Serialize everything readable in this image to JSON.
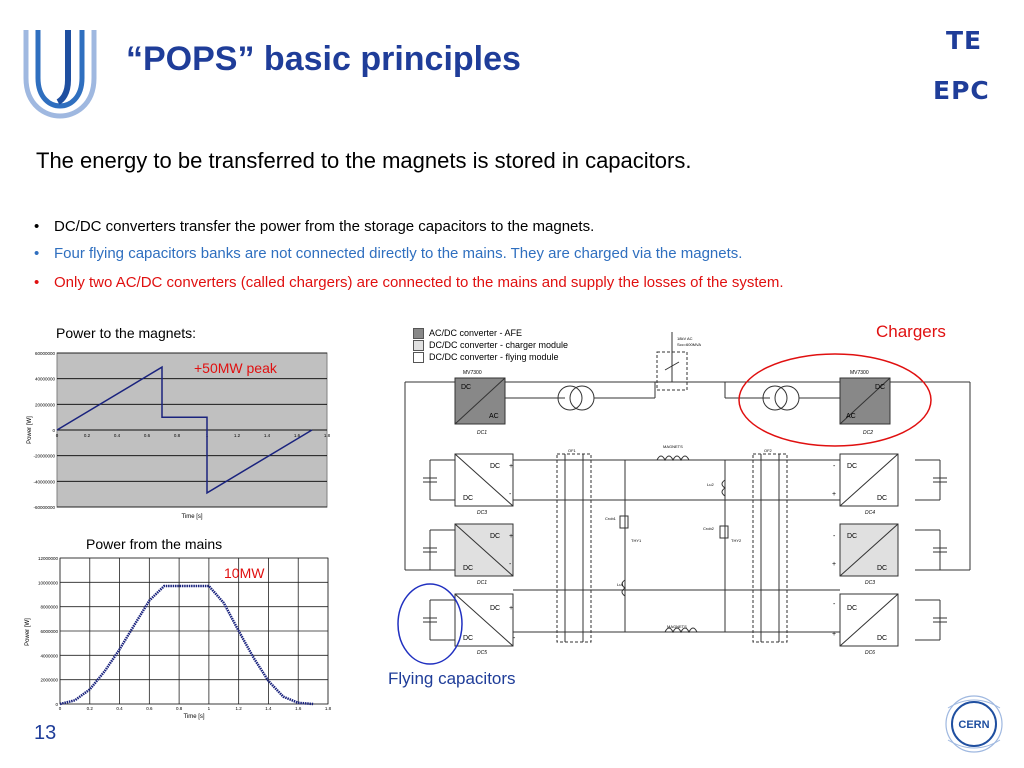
{
  "slide": {
    "title": "“POPS” basic principles",
    "logo_right_top": "TE",
    "logo_right_bottom": "EPC",
    "cern_logo_text": "CERN",
    "headline": "The energy to be transferred to the magnets is stored in capacitors.",
    "bullets": [
      {
        "text": "DC/DC converters transfer the power from the storage capacitors  to the magnets.",
        "color": "#000000"
      },
      {
        "text": "Four flying capacitors banks are not connected directly to the mains. They are charged via the magnets.",
        "color": "#2f6fbf"
      },
      {
        "text": "Only two AC/DC converters (called chargers) are connected to the mains and supply the losses of the system.",
        "color": "#e01010"
      }
    ],
    "page_number": "13",
    "label_power_magnets": "Power to the magnets:",
    "label_power_mains": "Power from the mains",
    "label_peak": "+50MW peak",
    "label_10mw": "10MW",
    "label_chargers": "Chargers",
    "label_flying": "Flying capacitors"
  },
  "diagram": {
    "legend": [
      "AC/DC converter - AFE",
      "DC/DC converter - charger module",
      "DC/DC converter - flying module"
    ],
    "legend_colors": [
      "#888888",
      "#e0e0e0",
      "#ffffff"
    ],
    "block_top_left": "MV7300",
    "block_top_right": "MV7300",
    "dc": "DC",
    "ac": "AC",
    "plus": "+",
    "minus": "-",
    "mains_label_line1": "18kV AC",
    "mains_label_line2": "Scc=600MVA",
    "magnets_top": "MAGNETS",
    "magnets_bottom": "MAGNETS",
    "of1": "OF1",
    "of2": "OF2",
    "dc1": "DC1",
    "dc2": "DC2",
    "dc3": "DC3",
    "dc4": "DC4",
    "dc5": "DC5",
    "dc6": "DC6",
    "crob1": "Crob1",
    "crob2": "Crob2",
    "lu1": "Lu1",
    "lu2": "Lu2",
    "thy1": "THY1",
    "thy2": "THY2"
  },
  "chart_data": [
    {
      "type": "line",
      "xlabel": "Time [s]",
      "ylabel": "Power [W]",
      "xlim": [
        0,
        1.8
      ],
      "ylim": [
        -60000000,
        60000000
      ],
      "x_ticks": [
        "0",
        "0.2",
        "0.4",
        "0.6",
        "0.8",
        "1",
        "1.2",
        "1.4",
        "1.6",
        "1.8"
      ],
      "y_ticks": [
        "60000000",
        "40000000",
        "20000000",
        "0",
        "-20000000",
        "-40000000",
        "-60000000"
      ],
      "series": [
        {
          "color": "#1a237e",
          "x": [
            0,
            0.7,
            0.7,
            1.0,
            1.0,
            1.7
          ],
          "y": [
            0,
            49000000,
            10000000,
            10000000,
            -49000000,
            0
          ]
        }
      ]
    },
    {
      "type": "line",
      "xlabel": "Time [s]",
      "ylabel": "Power [W]",
      "xlim": [
        0,
        1.8
      ],
      "ylim": [
        0,
        12000000
      ],
      "x_ticks": [
        "0",
        "0.2",
        "0.4",
        "0.6",
        "0.8",
        "1",
        "1.2",
        "1.4",
        "1.6",
        "1.8"
      ],
      "y_ticks": [
        "12000000",
        "10000000",
        "8000000",
        "6000000",
        "4000000",
        "2000000",
        "0"
      ],
      "series": [
        {
          "color": "#1a237e",
          "x": [
            0,
            0.1,
            0.2,
            0.3,
            0.4,
            0.5,
            0.6,
            0.7,
            0.8,
            0.9,
            1.0,
            1.1,
            1.2,
            1.3,
            1.4,
            1.5,
            1.6,
            1.7
          ],
          "y": [
            0,
            300000,
            1200000,
            2700000,
            4500000,
            6500000,
            8500000,
            9700000,
            9700000,
            9700000,
            9700000,
            8300000,
            6000000,
            3800000,
            1900000,
            600000,
            100000,
            0
          ]
        }
      ]
    }
  ]
}
